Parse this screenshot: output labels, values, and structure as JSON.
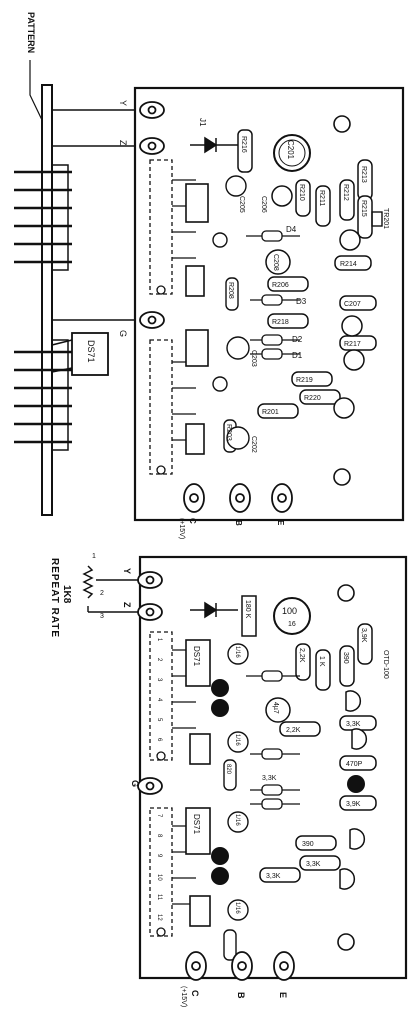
{
  "side_view": {
    "pattern_label": "PATTERN",
    "ic_label": "DS71",
    "pin_labels": [
      "Y",
      "Z",
      "G"
    ]
  },
  "top_board": {
    "components": {
      "J1": "J1",
      "C201": "C201",
      "R216": "R216",
      "R213": "R213",
      "R210": "R210",
      "R211": "R211",
      "R212": "R212",
      "R215": "R215",
      "TR201": "TR201",
      "C205": "C205",
      "C206": "C206",
      "D4": "D4",
      "C208": "C208",
      "R214": "R214",
      "R206": "R206",
      "R208": "R208",
      "D3": "D3",
      "C207": "C207",
      "R218": "R218",
      "D2": "D2",
      "D1": "D1",
      "R217": "R217",
      "R219": "R219",
      "R220": "R220",
      "C203": "C203",
      "R201": "R201",
      "C202": "C202",
      "R203": "R203"
    },
    "terminals": {
      "c": "C",
      "c_volt": "(+15V)",
      "b": "B",
      "e": "E"
    }
  },
  "bottom_board": {
    "pot_label_line1": "1K8",
    "pot_label_line2": "REPEAT RATE",
    "pot_pins": [
      "1",
      "2",
      "3"
    ],
    "terminal_labels": [
      "Y",
      "Z",
      "G"
    ],
    "values": {
      "cap_100": "100",
      "cap_100_v": "16",
      "r_180k": "180 K",
      "r_39k": "3,9K",
      "r_22k": "2,2K",
      "r_1k": "1 K",
      "r_390": "390",
      "r_33k_a": "3,3K",
      "r_22k_b": "2,2K",
      "cap_4u7": "4µ7",
      "cap_470p": "470P",
      "r_33k_b": "3,3K",
      "r_39k_b": "3,9K",
      "r_33k_c": "3,3K",
      "r_33k_d": "3,3K",
      "diode": "OTD-100",
      "ic_a": "DS71",
      "ic_b": "DS71",
      "cap_small_a": "1/16",
      "cap_small_b": "1/16",
      "cap_small_c": "1/16",
      "cap_small_d": "1/16",
      "r_820": "820"
    },
    "pin_numbers": [
      "1",
      "2",
      "3",
      "4",
      "5",
      "6",
      "7",
      "8",
      "9",
      "10",
      "11",
      "12"
    ],
    "terminals": {
      "c": "C",
      "c_volt": "(+15V)",
      "b": "B",
      "e": "E"
    }
  }
}
